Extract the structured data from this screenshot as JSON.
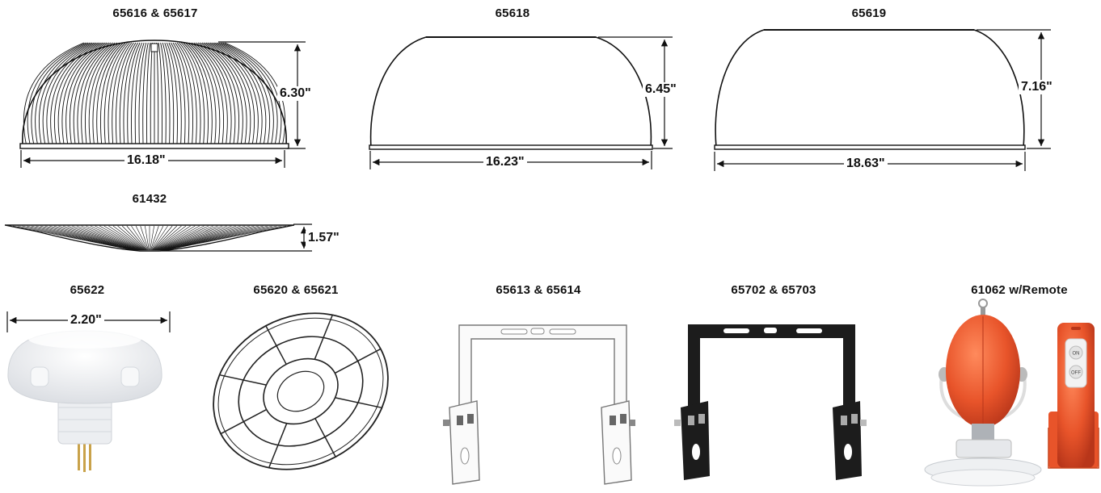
{
  "products": {
    "p1": {
      "name": "65616 & 65617",
      "height": "6.30\"",
      "width": "16.18\""
    },
    "p2": {
      "name": "65618",
      "height": "6.45\"",
      "width": "16.23\""
    },
    "p3": {
      "name": "65619",
      "height": "7.16\"",
      "width": "18.63\""
    },
    "p4": {
      "name": "61432",
      "height": "1.57\""
    },
    "p5": {
      "name": "65622",
      "width": "2.20\""
    },
    "p6": {
      "name": "65620 & 65621"
    },
    "p7": {
      "name": "65613 & 65614"
    },
    "p8": {
      "name": "65702 & 65703"
    },
    "p9": {
      "name": "61062 w/Remote",
      "remote_on": "ON",
      "remote_off": "OFF"
    }
  },
  "colors": {
    "accent_orange": "#e8542a",
    "line": "#111111",
    "bracket_dark": "#1c1c1c"
  },
  "icons": [
    "reflector-ribbed-icon",
    "reflector-smooth-icon",
    "lens-icon",
    "sensor-icon",
    "wire-guard-icon",
    "bracket-icon",
    "emergency-battery-icon",
    "remote-icon"
  ]
}
